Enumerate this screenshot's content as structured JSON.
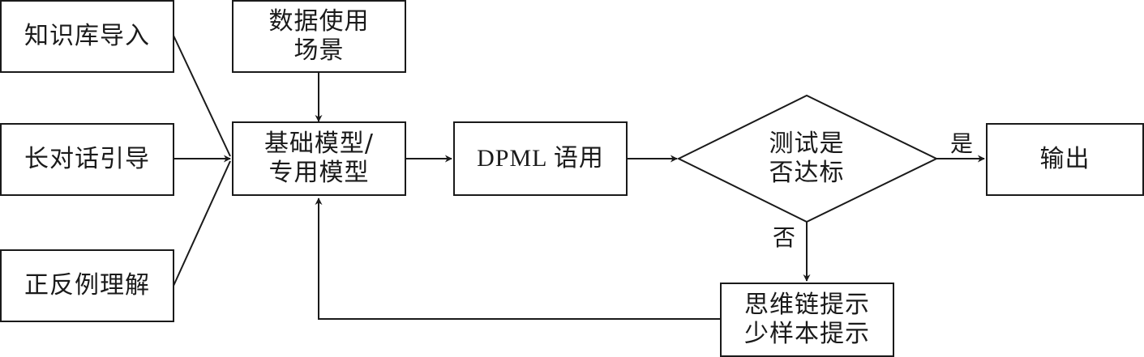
{
  "inputs": [
    {
      "label": "知识库导入"
    },
    {
      "label": "长对话引导"
    },
    {
      "label": "正反例理解"
    }
  ],
  "scenario": {
    "line1": "数据使用",
    "line2": "场景"
  },
  "model": {
    "line1": "基础模型/",
    "line2": "专用模型"
  },
  "dpml": {
    "label": "DPML 语用"
  },
  "decision": {
    "line1": "测试是",
    "line2": "否达标"
  },
  "output": {
    "label": "输出"
  },
  "feedback": {
    "line1": "思维链提示",
    "line2": "少样本提示"
  },
  "edge_labels": {
    "yes": "是",
    "no": "否"
  }
}
